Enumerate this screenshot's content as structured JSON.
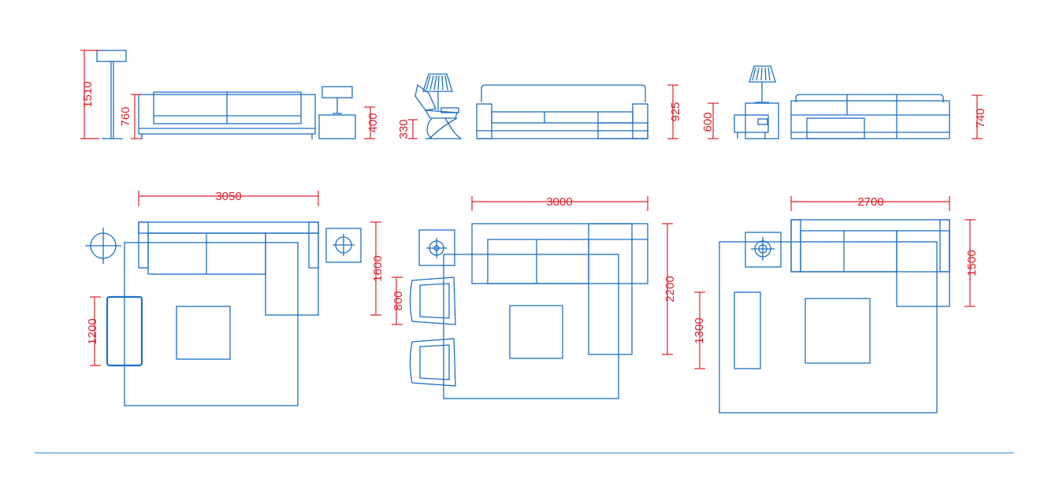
{
  "colors": {
    "furniture": "#1c6fc4",
    "dimension": "#e0202a",
    "baseline": "#4a9fd8"
  },
  "elevation_dimensions": {
    "floor_lamp_height": "1510",
    "sofa1_height": "760",
    "side_table1_height": "400",
    "lounge_chair_height": "330",
    "sofa2_height": "925",
    "side_table3_height": "600",
    "sofa3_height": "740"
  },
  "plan_dimensions": {
    "set1_width": "3050",
    "set1_depth": "1600",
    "set1_bench_length": "1200",
    "set2_width": "3000",
    "set2_depth": "2200",
    "set2_chair_width": "800",
    "set3_width": "2700",
    "set3_depth": "1500",
    "set3_bench_length": "1300"
  }
}
